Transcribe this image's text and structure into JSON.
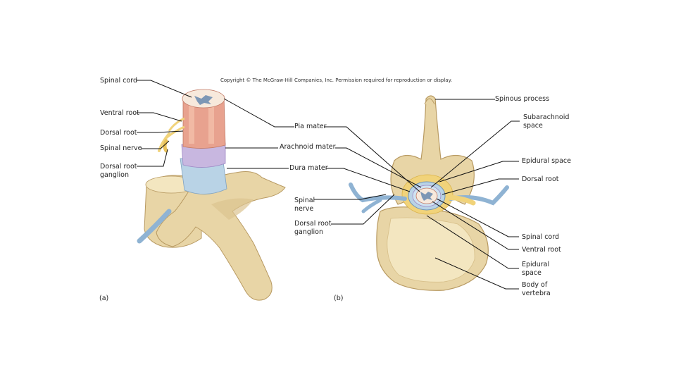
{
  "copyright": "Copyright © The McGraw-Hill Companies, Inc. Permission required for reproduction or display.",
  "panel_a": {
    "tag": "(a)",
    "labels": {
      "spinal_cord": "Spinal cord",
      "ventral_root": "Ventral root",
      "dorsal_root": "Dorsal root",
      "spinal_nerve": "Spinal nerve",
      "dorsal_root_ganglion_1": "Dorsal root",
      "dorsal_root_ganglion_2": "ganglion"
    }
  },
  "center": {
    "pia_mater": "Pia mater",
    "arachnoid_mater": "Arachnoid mater",
    "dura_mater": "Dura mater",
    "spinal_nerve_1": "Spinal",
    "spinal_nerve_2": "nerve",
    "drg_1": "Dorsal root",
    "drg_2": "ganglion"
  },
  "panel_b": {
    "tag": "(b)",
    "labels": {
      "spinous_process": "Spinous process",
      "subarachnoid_1": "Subarachnoid",
      "subarachnoid_2": "space",
      "epidural_space": "Epidural space",
      "dorsal_root": "Dorsal root",
      "spinal_cord": "Spinal cord",
      "ventral_root": "Ventral root",
      "epidural_2_1": "Epidural",
      "epidural_2_2": "space",
      "body_1": "Body of",
      "body_2": "vertebra"
    }
  },
  "colors": {
    "bone": "#e8d5a6",
    "bone_dark": "#c9ad74",
    "spongy": "#f3e6c0",
    "dura": "#b9d3e6",
    "arachnoid": "#c8b7e0",
    "cord_white": "#f7e9dc",
    "cord_grey": "#7d97b5",
    "root_red": "#e8a28f",
    "nerve_yellow": "#f1d37a",
    "nerve_blue": "#8fb3d3"
  }
}
